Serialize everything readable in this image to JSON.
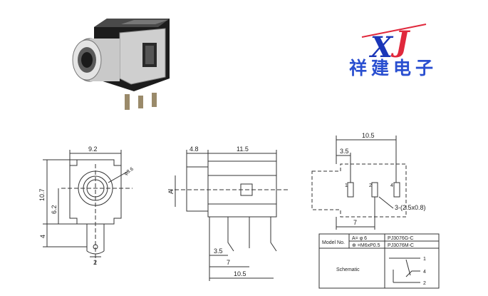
{
  "brand": {
    "logo_letters": "XJ",
    "company_name": "祥建电子"
  },
  "front_view": {
    "width": "9.2",
    "diameter": "φ3.6",
    "height_total": "10.7",
    "height_center": "6.2",
    "pin_length": "4",
    "pin_spacing": "2"
  },
  "side_view": {
    "flange": "4.8",
    "body_length": "11.5",
    "section_label": "A",
    "pin_offset": "3.5",
    "pin_span": "7",
    "overall": "10.5"
  },
  "bottom_view": {
    "overall": "10.5",
    "offset": "3.5",
    "span": "7",
    "pins": [
      "1",
      "2",
      "4"
    ],
    "hole_note": "3-(2.5x0.8)"
  },
  "spec_table": {
    "model_label": "Model No.",
    "rows": [
      {
        "option": "A= φ 6",
        "model": "PJ3076G-C"
      },
      {
        "option": "⊕ =M6xP0.5",
        "model": "PJ3076M-C"
      }
    ],
    "schematic_label": "Schematic",
    "schematic_pins": [
      "1",
      "4",
      "2"
    ]
  },
  "colors": {
    "logo_blue": "#2a4fd0",
    "logo_x": "#1a36b8",
    "logo_j": "#e0283c",
    "line": "#333333"
  }
}
